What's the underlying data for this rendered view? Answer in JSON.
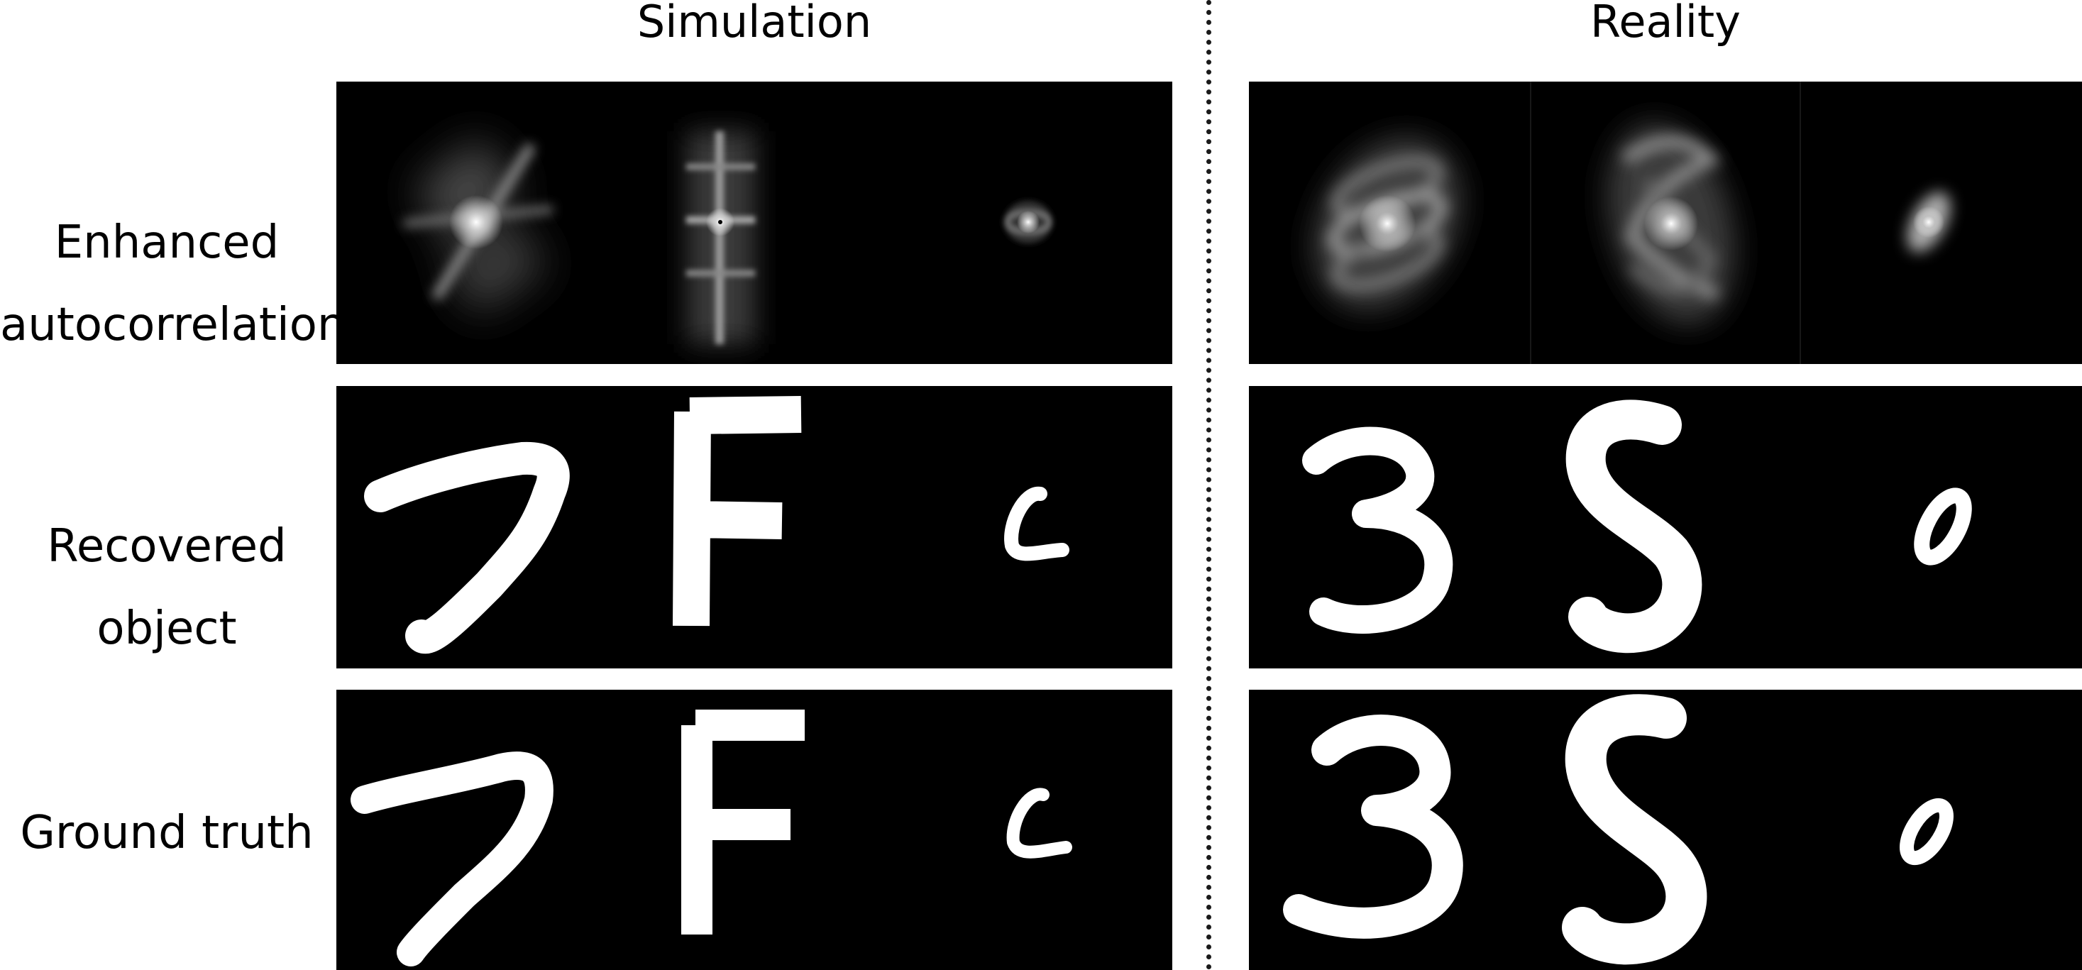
{
  "figure": {
    "columns": {
      "simulation": "Simulation",
      "reality": "Reality"
    },
    "rows": [
      {
        "line1": "Enhanced",
        "line2": "autocorrelation"
      },
      {
        "line1": "Recovered",
        "line2": "object"
      },
      {
        "line1": "Ground truth",
        "line2": ""
      }
    ],
    "samples": {
      "simulation": [
        "7",
        "F",
        "c"
      ],
      "reality": [
        "3",
        "S",
        "0"
      ]
    },
    "colors": {
      "panel_bg": "#000000",
      "object": "#ffffff",
      "divider": "#1a1a1a"
    }
  }
}
